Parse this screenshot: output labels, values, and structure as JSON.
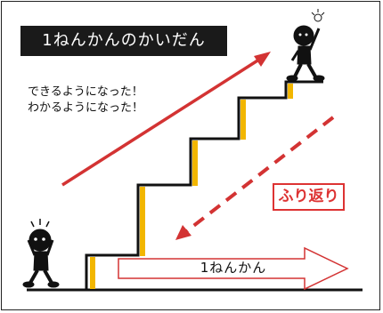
{
  "title": "1ねんかんのかいだん",
  "notes": [
    "できるようになった！",
    "わかるようになった！"
  ],
  "review_label": "ふり返り",
  "year_label": "1ねんかん",
  "colors": {
    "stair_accent": "#f2b600",
    "red": "#d33333",
    "ink": "#111111"
  }
}
